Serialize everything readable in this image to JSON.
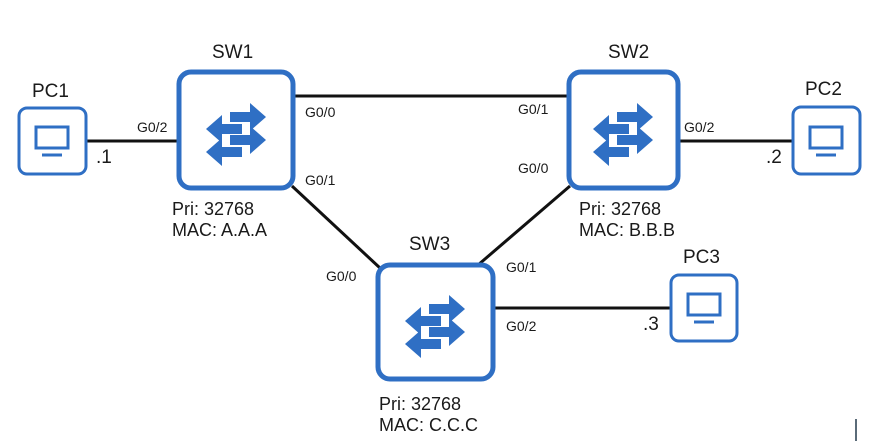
{
  "colors": {
    "device_stroke": "#2f6fc4",
    "icon_fill": "#2f6fc4",
    "link": "#111111"
  },
  "switches": [
    {
      "id": "SW1",
      "name": "SW1",
      "priority": "Pri: 32768",
      "mac": "MAC: A.A.A",
      "icon": "switch-icon"
    },
    {
      "id": "SW2",
      "name": "SW2",
      "priority": "Pri: 32768",
      "mac": "MAC: B.B.B",
      "icon": "switch-icon"
    },
    {
      "id": "SW3",
      "name": "SW3",
      "priority": "Pri: 32768",
      "mac": "MAC: C.C.C",
      "icon": "switch-icon"
    }
  ],
  "pcs": [
    {
      "id": "PC1",
      "name": "PC1",
      "ip": ".1",
      "icon": "pc-monitor-icon"
    },
    {
      "id": "PC2",
      "name": "PC2",
      "ip": ".2",
      "icon": "pc-monitor-icon"
    },
    {
      "id": "PC3",
      "name": "PC3",
      "ip": ".3",
      "icon": "pc-monitor-icon"
    }
  ],
  "links": [
    {
      "from": "PC1",
      "to": "SW1",
      "to_port": "G0/2"
    },
    {
      "from": "SW1",
      "from_port": "G0/0",
      "to": "SW2",
      "to_port": "G0/1"
    },
    {
      "from": "SW1",
      "from_port": "G0/1",
      "to": "SW3",
      "to_port": "G0/0"
    },
    {
      "from": "SW2",
      "from_port": "G0/0",
      "to": "SW3",
      "to_port": "G0/1"
    },
    {
      "from": "SW2",
      "from_port": "G0/2",
      "to": "PC2"
    },
    {
      "from": "SW3",
      "from_port": "G0/2",
      "to": "PC3"
    }
  ]
}
